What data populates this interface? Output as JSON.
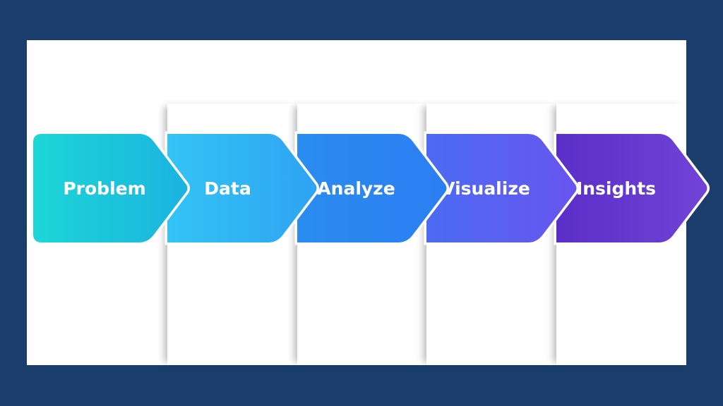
{
  "steps": [
    {
      "label": "Problem",
      "color_start": "#1dd6d6",
      "color_end": "#1bb3e0"
    },
    {
      "label": "Data",
      "color_start": "#33c4f5",
      "color_end": "#2ea3f2"
    },
    {
      "label": "Analyze",
      "color_start": "#2a8cf0",
      "color_end": "#2b7ef2"
    },
    {
      "label": "Visualize",
      "color_start": "#4b6bf2",
      "color_end": "#6755ee"
    },
    {
      "label": "Insights",
      "color_start": "#5a2fc9",
      "color_end": "#7143d6"
    }
  ],
  "background": "#1b3d6b"
}
